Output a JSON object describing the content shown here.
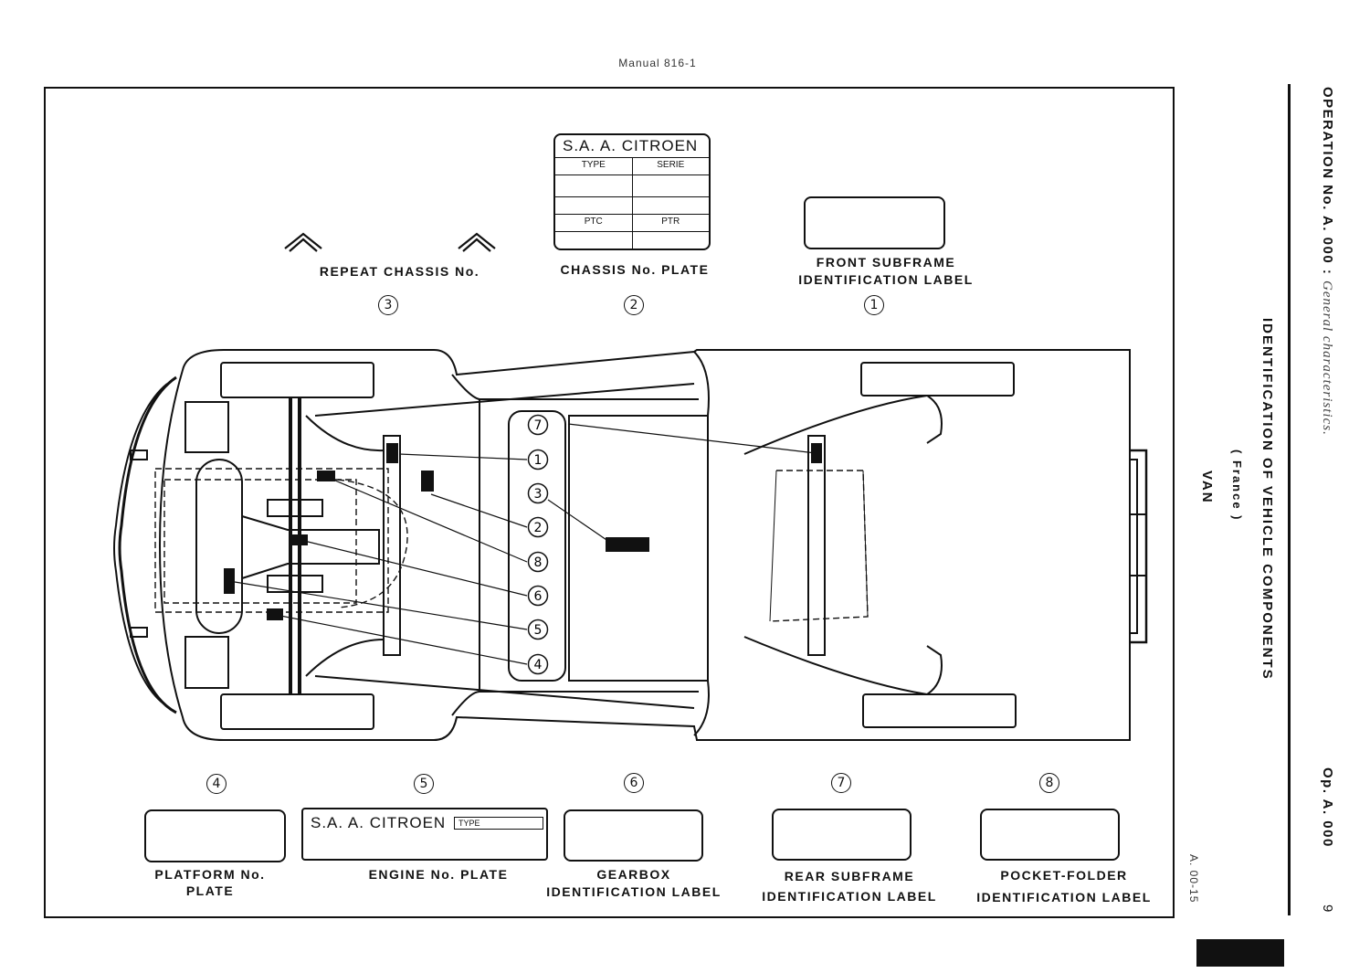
{
  "header": {
    "manual": "Manual 816-1"
  },
  "side": {
    "operation": "OPERATION No. A. 000 :",
    "operation_subtitle": "General characteristics.",
    "title": "IDENTIFICATION OF VEHICLE COMPONENTS",
    "region": "( France )",
    "vehicle": "VAN",
    "figure_code": "A. 00-15",
    "op_ref": "Op. A. 000",
    "page_number": "9"
  },
  "chassis_plate": {
    "maker": "S.A. A. CITROEN",
    "col1": "TYPE",
    "col2": "SERIE",
    "col3": "PTC",
    "col4": "PTR"
  },
  "engine_plate": {
    "maker": "S.A. A. CITROEN",
    "type": "TYPE"
  },
  "labels": {
    "repeat_chassis": "REPEAT CHASSIS No.",
    "chassis_plate": "CHASSIS No. PLATE",
    "front_subframe_1": "FRONT SUBFRAME",
    "front_subframe_2": "IDENTIFICATION LABEL",
    "platform_1": "PLATFORM No.",
    "platform_2": "PLATE",
    "engine": "ENGINE No. PLATE",
    "gearbox_1": "GEARBOX",
    "gearbox_2": "IDENTIFICATION LABEL",
    "rear_subframe_1": "REAR SUBFRAME",
    "rear_subframe_2": "IDENTIFICATION LABEL",
    "pocket_1": "POCKET-FOLDER",
    "pocket_2": "IDENTIFICATION LABEL"
  },
  "numbers": {
    "n1": "1",
    "n2": "2",
    "n3": "3",
    "n4": "4",
    "n5": "5",
    "n6": "6",
    "n7": "7",
    "n8": "8"
  },
  "diagram_callouts": [
    "7",
    "1",
    "3",
    "2",
    "8",
    "6",
    "5",
    "4"
  ]
}
